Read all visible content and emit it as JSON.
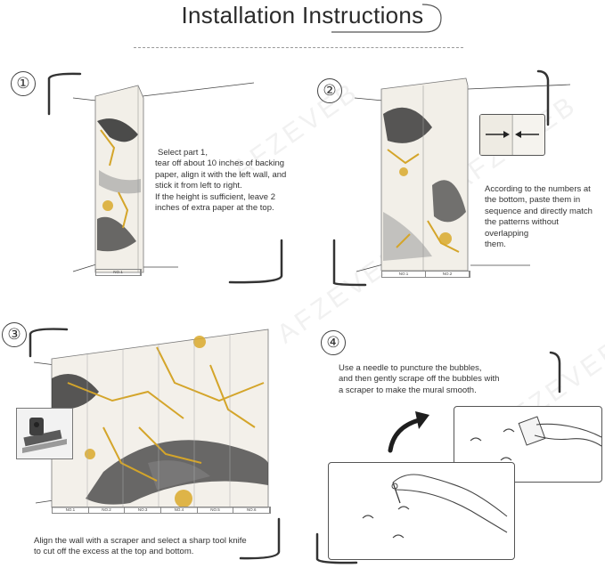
{
  "title": "Installation Instructions",
  "watermark": "AFZEVEB",
  "steps": [
    {
      "number": "①",
      "lines": [
        "Select part 1,",
        "tear off about 10 inches of backing",
        "paper, align it with the left wall, and",
        "stick it from left to right.",
        "If the height is sufficient, leave 2",
        "inches of extra paper at the top."
      ],
      "panel_labels": [
        "NO.1"
      ]
    },
    {
      "number": "②",
      "lines": [
        "According to the numbers at",
        "the bottom, paste them in",
        "sequence and directly match",
        "the patterns without overlapping",
        "them."
      ],
      "panel_labels": [
        "NO.1",
        "NO.2"
      ]
    },
    {
      "number": "③",
      "lines": [
        "Align the wall with a scraper and select a sharp tool knife",
        "to cut off the excess at the top and bottom."
      ],
      "panel_labels": [
        "NO.1",
        "NO.2",
        "NO.3",
        "NO.4",
        "NO.5",
        "NO.6"
      ]
    },
    {
      "number": "④",
      "lines": [
        "Use a needle to puncture the bubbles,",
        "and then gently scrape off the bubbles with",
        "a scraper to make the mural smooth."
      ]
    }
  ]
}
